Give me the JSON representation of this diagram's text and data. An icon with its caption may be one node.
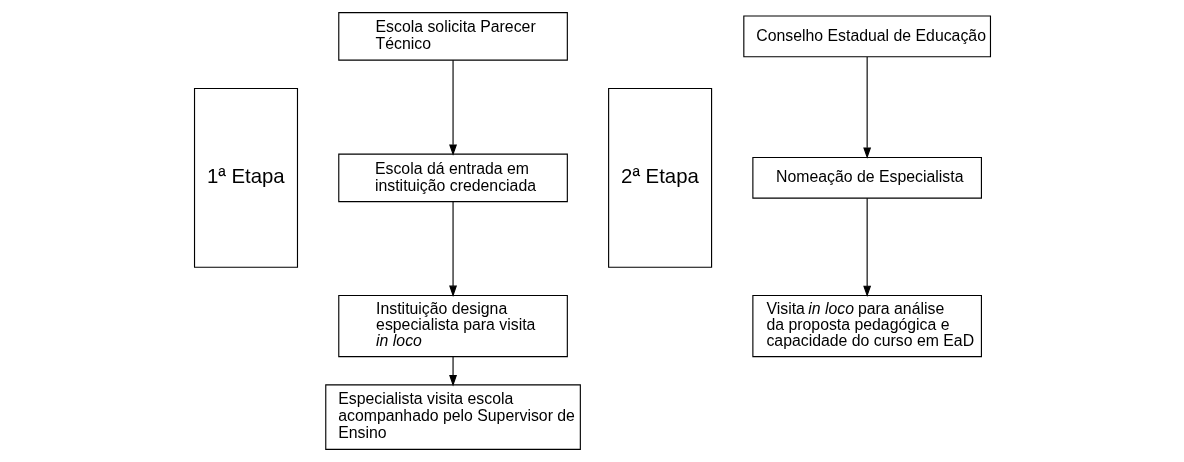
{
  "diagram": {
    "nodes": [
      {
        "text": [
          "1ª Etapa"
        ]
      },
      {
        "text": [
          "Escola solicita Parecer Técnico"
        ]
      },
      {
        "text": [
          "Escola dá entrada em instituição credenciada"
        ]
      },
      {
        "text": [
          "Instituição designa especialista para visita *in loco*"
        ]
      },
      {
        "text": [
          "Especialista visita escola acompanhado pelo Supervisor de Ensino"
        ]
      },
      {
        "text": [
          "2ª Etapa"
        ]
      },
      {
        "text": [
          "Conselho Estadual de Educação"
        ]
      },
      {
        "text": [
          "Nomeação de Especialista"
        ]
      },
      {
        "text": [
          "Visita *in loco* para análise da proposta pedagógica e capacidade do curso em EaD"
        ]
      }
    ],
    "edges": [
      {
        "from": 1,
        "to": 2,
        "arrow": "to"
      },
      {
        "from": 2,
        "to": 3,
        "arrow": "to"
      },
      {
        "from": 3,
        "to": 4,
        "arrow": "to"
      },
      {
        "from": 6,
        "to": 7,
        "arrow": "to"
      },
      {
        "from": 7,
        "to": 8,
        "arrow": "to"
      }
    ]
  }
}
